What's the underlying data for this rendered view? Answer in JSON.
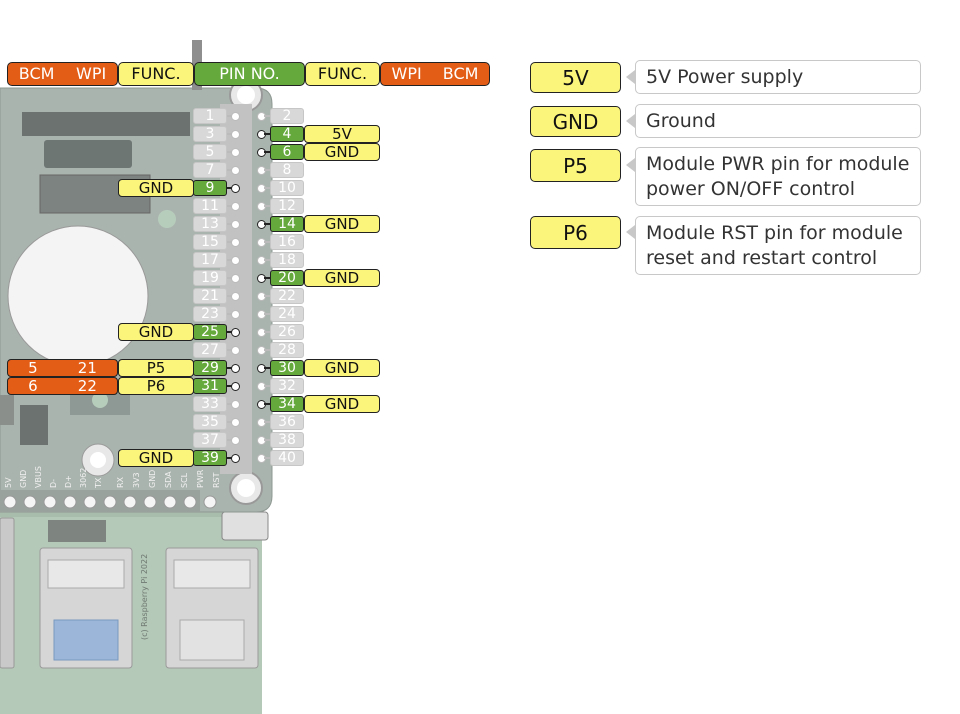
{
  "header": {
    "left_bcm": "BCM",
    "left_wpi": "WPI",
    "left_func": "FUNC.",
    "pin_no": "PIN NO.",
    "right_func": "FUNC.",
    "right_wpi": "WPI",
    "right_bcm": "BCM"
  },
  "pins_left": [
    "1",
    "3",
    "5",
    "7",
    "9",
    "11",
    "13",
    "15",
    "17",
    "19",
    "21",
    "23",
    "25",
    "27",
    "29",
    "31",
    "33",
    "35",
    "37",
    "39"
  ],
  "pins_right": [
    "2",
    "4",
    "6",
    "8",
    "10",
    "12",
    "14",
    "16",
    "18",
    "20",
    "22",
    "24",
    "26",
    "28",
    "30",
    "32",
    "34",
    "36",
    "38",
    "40"
  ],
  "left_functions": [
    {
      "pin": "9",
      "func": "GND"
    },
    {
      "pin": "25",
      "func": "GND"
    },
    {
      "pin": "29",
      "func": "P5",
      "wpi": "21",
      "bcm": "5"
    },
    {
      "pin": "31",
      "func": "P6",
      "wpi": "22",
      "bcm": "6"
    },
    {
      "pin": "39",
      "func": "GND"
    }
  ],
  "right_functions": [
    {
      "pin": "4",
      "func": "5V"
    },
    {
      "pin": "6",
      "func": "GND"
    },
    {
      "pin": "14",
      "func": "GND"
    },
    {
      "pin": "20",
      "func": "GND"
    },
    {
      "pin": "30",
      "func": "GND"
    },
    {
      "pin": "34",
      "func": "GND"
    }
  ],
  "legend": [
    {
      "key": "5V",
      "desc": "5V Power supply"
    },
    {
      "key": "GND",
      "desc": "Ground"
    },
    {
      "key": "P5",
      "desc": "Module PWR pin for module power ON/OFF control"
    },
    {
      "key": "P6",
      "desc": "Module RST pin for module reset and restart control"
    }
  ],
  "board_labels": {
    "bottom_left": [
      "5V",
      "GND",
      "VBUS",
      "D-",
      "D+",
      "3062",
      "TX"
    ],
    "bottom_right": [
      "RX",
      "3V3",
      "GND",
      "SDA",
      "SCL",
      "PWR",
      "RST"
    ],
    "usb_text": "(c) Raspberry Pi 2022"
  },
  "colors": {
    "orange": "#e35d17",
    "yellow": "#fbf57b",
    "green": "#65a83b",
    "board": "#aab4ae"
  }
}
